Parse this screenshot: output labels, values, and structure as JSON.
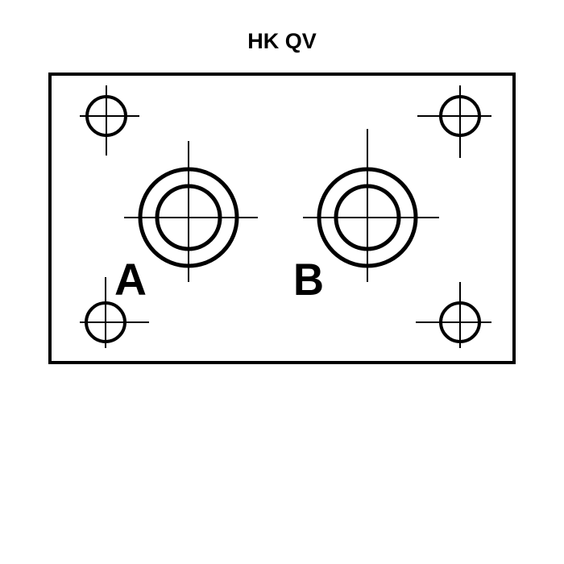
{
  "title": "HK QV",
  "ports": [
    {
      "label": "A"
    },
    {
      "label": "B"
    }
  ],
  "colors": {
    "line": "#000000",
    "background": "#ffffff"
  }
}
